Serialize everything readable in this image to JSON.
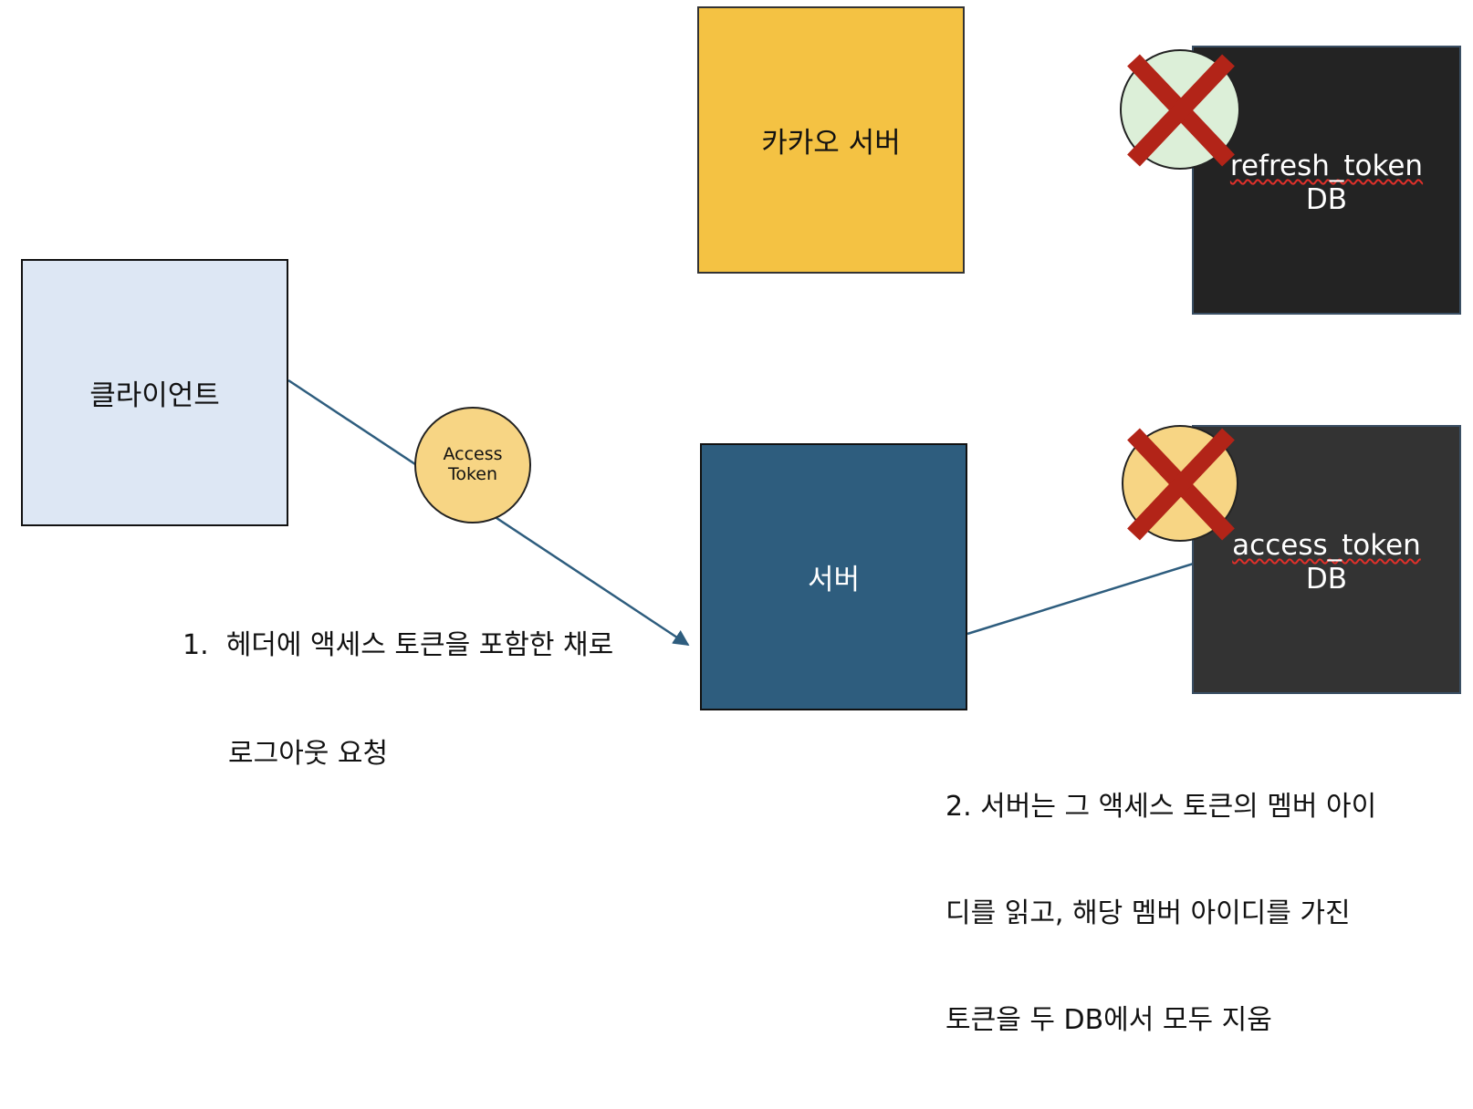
{
  "nodes": {
    "client": {
      "label": "클라이언트"
    },
    "kakao_server": {
      "label": "카카오 서버"
    },
    "server": {
      "label": "서버"
    },
    "refresh_db": {
      "name": "refresh_token",
      "suffix": "DB"
    },
    "access_db": {
      "name": "access_token",
      "suffix": "DB"
    },
    "access_token_badge": {
      "line1": "Access",
      "line2": "Token"
    }
  },
  "steps": {
    "step1": {
      "number": "1.",
      "line1": "헤더에 액세스 토큰을 포함한 채로",
      "line2": "로그아웃 요청"
    },
    "step2": {
      "line1": "2. 서버는 그 액세스 토큰의 멤버 아이",
      "line2": "디를 읽고, 해당 멤버 아이디를 가진",
      "line3": "토큰을 두 DB에서 모두 지움"
    }
  },
  "icons": {
    "delete_mark": "x-icon",
    "arrow": "arrowhead-icon"
  },
  "colors": {
    "client_fill": "#dde7f4",
    "kakao_fill": "#f4c243",
    "server_fill": "#2e5d7e",
    "db_fill": "#262626",
    "token_fill": "#f7d584",
    "refresh_circle_fill": "#dcefd8",
    "x_mark": "#b22418",
    "connector": "#2e5d7e"
  }
}
